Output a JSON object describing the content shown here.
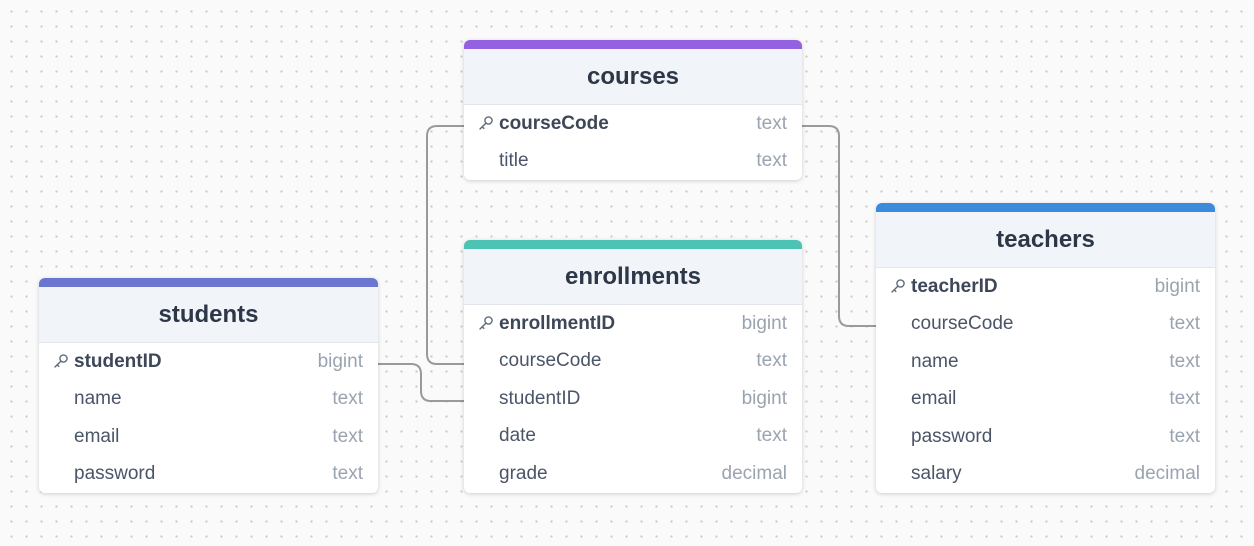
{
  "colors": {
    "courses": "#9462e0",
    "enrollments": "#4dc3b4",
    "students": "#6b76d1",
    "teachers": "#3a8bdc",
    "connector": "#9a9a9a"
  },
  "tables": {
    "courses": {
      "title": "courses",
      "fields": [
        {
          "name": "courseCode",
          "type": "text",
          "primary_key": true
        },
        {
          "name": "title",
          "type": "text"
        }
      ]
    },
    "enrollments": {
      "title": "enrollments",
      "fields": [
        {
          "name": "enrollmentID",
          "type": "bigint",
          "primary_key": true
        },
        {
          "name": "courseCode",
          "type": "text"
        },
        {
          "name": "studentID",
          "type": "bigint"
        },
        {
          "name": "date",
          "type": "text"
        },
        {
          "name": "grade",
          "type": "decimal"
        }
      ]
    },
    "students": {
      "title": "students",
      "fields": [
        {
          "name": "studentID",
          "type": "bigint",
          "primary_key": true
        },
        {
          "name": "name",
          "type": "text"
        },
        {
          "name": "email",
          "type": "text"
        },
        {
          "name": "password",
          "type": "text"
        }
      ]
    },
    "teachers": {
      "title": "teachers",
      "fields": [
        {
          "name": "teacherID",
          "type": "bigint",
          "primary_key": true
        },
        {
          "name": "courseCode",
          "type": "text"
        },
        {
          "name": "name",
          "type": "text"
        },
        {
          "name": "email",
          "type": "text"
        },
        {
          "name": "password",
          "type": "text"
        },
        {
          "name": "salary",
          "type": "decimal"
        }
      ]
    }
  },
  "relationships": [
    {
      "from": "courses.courseCode",
      "to": "enrollments.courseCode"
    },
    {
      "from": "students.studentID",
      "to": "enrollments.studentID"
    },
    {
      "from": "courses.courseCode",
      "to": "teachers.courseCode"
    }
  ]
}
